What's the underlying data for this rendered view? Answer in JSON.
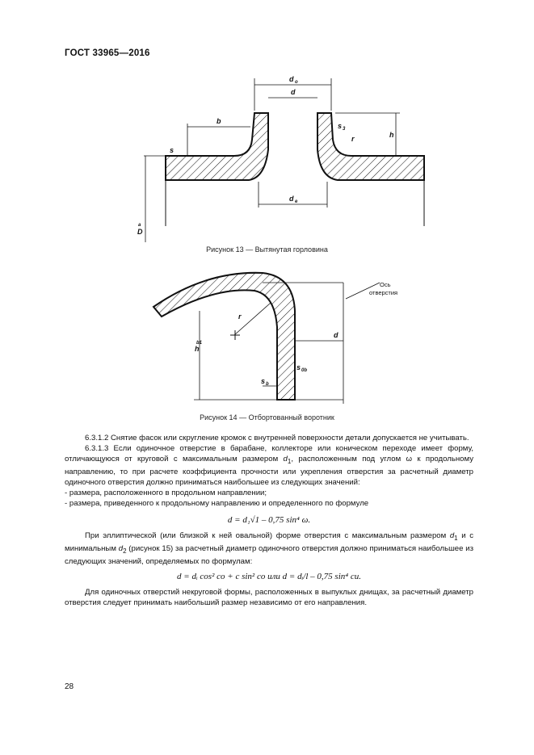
{
  "header": {
    "standard": "ГОСТ 33965—2016"
  },
  "figure13": {
    "caption": "Рисунок 13 — Вытянутая горловина",
    "labels": {
      "d_o": "d",
      "d_o_sub": "o",
      "d": "d",
      "b": "b",
      "s3": "s",
      "s3_sub": "3",
      "h": "h",
      "r": "r",
      "s": "s",
      "d_e": "d",
      "d_e_sub": "e",
      "D_a": "D",
      "D_a_sub": "a"
    }
  },
  "figure14": {
    "caption": "Рисунок 14 — Отбортованный воротник",
    "labels": {
      "axis_line1": "Ось",
      "axis_line2": "отверстия",
      "r": "r",
      "h_b1": "h",
      "h_b1_sub": "b1",
      "d": "d",
      "s_0b": "s",
      "s_0b_sub": "0b",
      "s_b": "s",
      "s_b_sub": "b"
    }
  },
  "text": {
    "p1": "6.3.1.2 Снятие фасок или скругление кромок с внутренней поверхности детали допускается не учитывать.",
    "p2_a": "6.3.1.3 Если одиночное отверстие в барабане, коллекторе или коническом переходе имеет форму, отличающуюся от круговой с максимальным размером ",
    "p2_d1": "d",
    "p2_d1_sub": "1",
    "p2_b": ", расположенным под углом ω к продольному направлению, то при расчете коэффициента прочности или укрепления отверстия за расчетный диаметр одиночного отверстия должно приниматься наибольшее из следующих значений:",
    "li1": "- размера, расположенного в продольном направлении;",
    "li2": "- размера, приведенного к продольному направлению и определенного по формуле",
    "f1": "d = d₁√1 – 0,75 sin⁴ ω.",
    "p3_a": "При эллиптической (или близкой к ней овальной) форме отверстия с максимальным размером ",
    "p3_d1": "d",
    "p3_d1_sub": "1",
    "p3_b": " и с минимальным ",
    "p3_d2": "d",
    "p3_d2_sub": "2",
    "p3_c": " (рисунок 15) за расчетный диаметр одиночного отверстия должно приниматься наибольшее из следующих значений, определяемых по формулам:",
    "f2": "d = dᵢ cos² co + c sin² co или d = dᵢ/l – 0,75 sin⁴ cu.",
    "p4": "Для одиночных отверстий некруговой формы, расположенных в выпуклых днищах, за расчетный диаметр отверстия следует принимать наибольший размер независимо от его направления."
  },
  "page_number": "28"
}
